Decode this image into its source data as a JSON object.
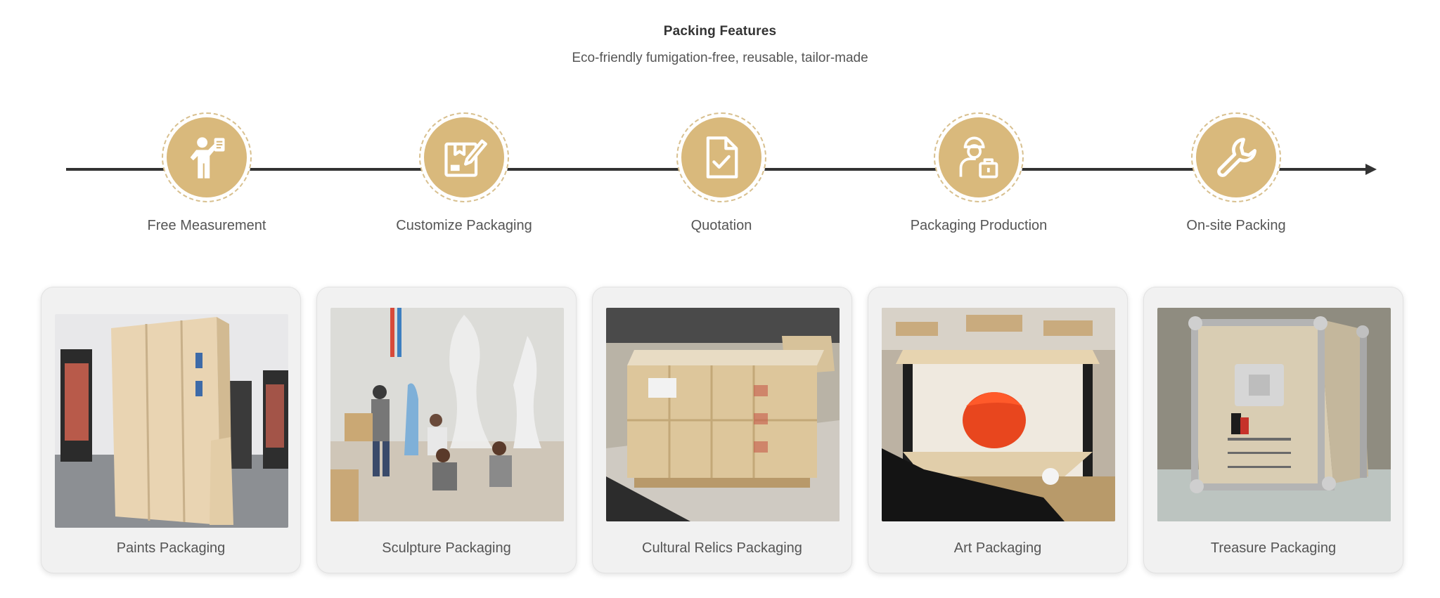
{
  "header": {
    "title": "Packing Features",
    "subtitle": "Eco-friendly fumigation-free, reusable, tailor-made"
  },
  "colors": {
    "accent": "#d9b97c",
    "line": "#333333",
    "card_bg": "#f1f1f1"
  },
  "steps": [
    {
      "label": "Free Measurement",
      "icon": "worker-clipboard-icon"
    },
    {
      "label": "Customize Packaging",
      "icon": "box-pencil-icon"
    },
    {
      "label": "Quotation",
      "icon": "document-check-icon"
    },
    {
      "label": "Packaging Production",
      "icon": "worker-luggage-icon"
    },
    {
      "label": "On-site Packing",
      "icon": "wrench-icon"
    }
  ],
  "cards": [
    {
      "label": "Paints Packaging"
    },
    {
      "label": "Sculpture Packaging"
    },
    {
      "label": "Cultural Relics Packaging"
    },
    {
      "label": "Art Packaging"
    },
    {
      "label": "Treasure Packaging"
    }
  ]
}
